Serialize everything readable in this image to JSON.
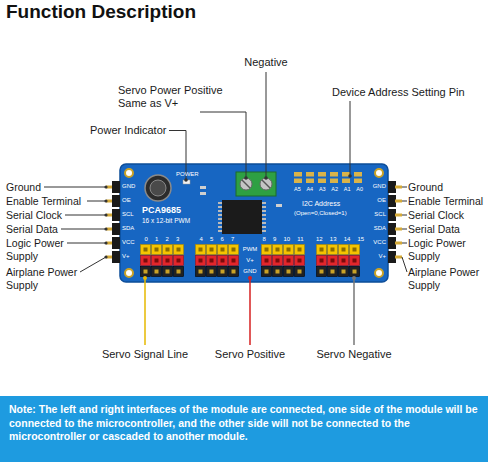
{
  "diagram": {
    "title": "Function Description",
    "nodes": [
      {
        "text": [
          "Note: The left and right interfaces of the module are connected, one side of the module will be connected to the microcontroller, and the other side will not be connected to the microcontroller or cascaded to another module."
        ]
      }
    ],
    "labels": [
      "Negative",
      "Servo Power Positive Same as V+",
      "Power Indicator",
      "Device Address Setting Pin",
      "Ground",
      "Enable Terminal",
      "Serial Clock",
      "Serial Data",
      "Logic Power Supply",
      "Airplane Power Supply",
      "Ground",
      "Enable Terminal",
      "Serial Clock",
      "Serial Data",
      "Logic Power Supply",
      "Airplane Power Supply",
      "Servo Signal Line",
      "Servo Positive",
      "Servo Negative",
      "POWER",
      "PCA9685",
      "16 x 12-bit PWM",
      "I2C Address",
      "(Open=0,Closed=1)",
      "GND",
      "OE",
      "SCL",
      "SDA",
      "VCC",
      "V+",
      "GND",
      "OE",
      "SCL",
      "SDA",
      "VCC",
      "V+",
      "PWM",
      "V+",
      "GND",
      "0 1 2 3",
      "4 5 6 7",
      "8 9 10 11",
      "12 13 14 15",
      "A5 A4 A3 A2 A1 A0"
    ]
  }
}
